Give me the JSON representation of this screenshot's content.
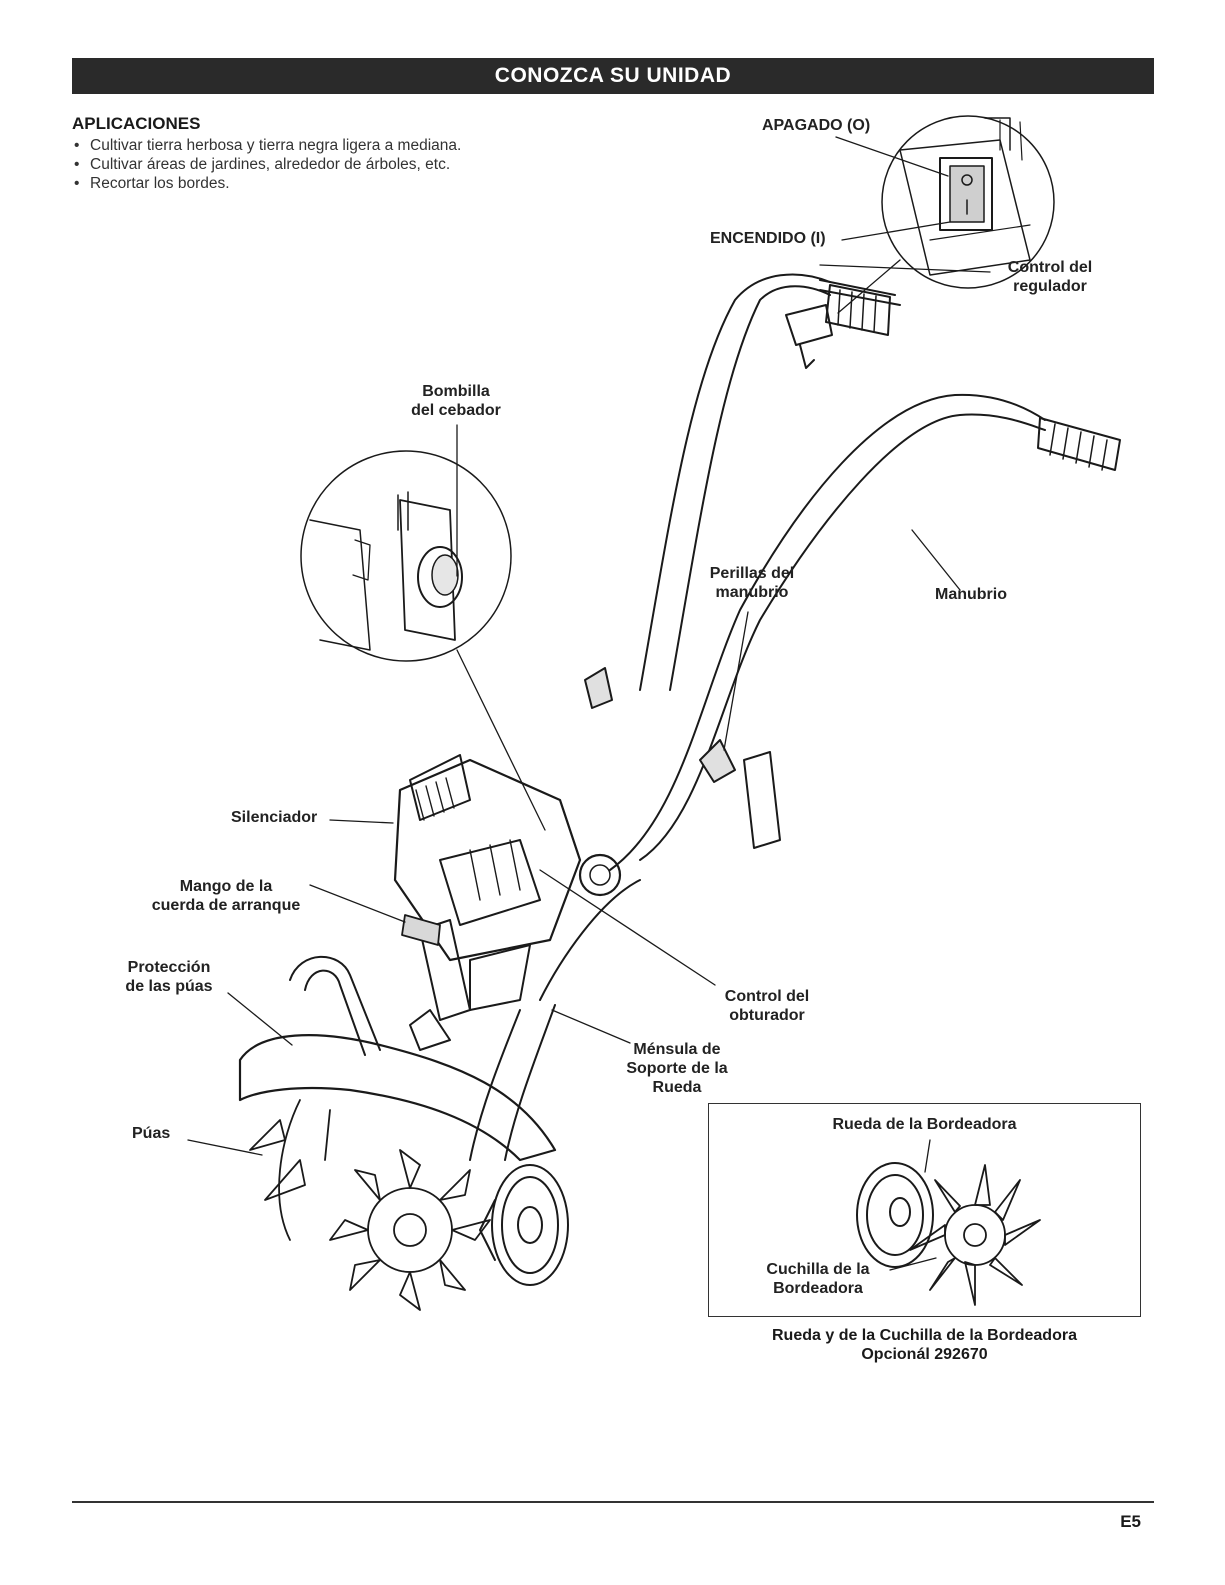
{
  "header": {
    "title": "CONOZCA SU UNIDAD"
  },
  "applications": {
    "heading": "APLICACIONES",
    "items": [
      "Cultivar tierra herbosa y tierra negra ligera a mediana.",
      "Cultivar áreas de jardines, alrededor de árboles, etc.",
      "Recortar los bordes."
    ]
  },
  "labels": {
    "off": "APAGADO (O)",
    "on": "ENCENDIDO (I)",
    "throttle_1": "Control del",
    "throttle_2": "regulador",
    "primer_1": "Bombilla",
    "primer_2": "del cebador",
    "knobs_1": "Perillas del",
    "knobs_2": "manubrio",
    "handlebar": "Manubrio",
    "muffler": "Silenciador",
    "starter_1": "Mango de la",
    "starter_2": "cuerda de arranque",
    "guard_1": "Protección",
    "guard_2": "de las púas",
    "choke_1": "Control del",
    "choke_2": "obturador",
    "bracket_1": "Ménsula de",
    "bracket_2": "Soporte de la",
    "bracket_3": "Rueda",
    "tines": "Púas"
  },
  "inset": {
    "wheel_label": "Rueda de la Bordeadora",
    "blade_1": "Cuchilla de la",
    "blade_2": "Bordeadora",
    "caption_1": "Rueda y de la Cuchilla de la Bordeadora",
    "caption_2": "Opcionál 292670"
  },
  "footer": {
    "page": "E5"
  },
  "icons": [
    "on-off-switch-icon",
    "primer-bulb-icon",
    "tiller-illustration",
    "edger-wheel-icon",
    "edger-blade-icon"
  ]
}
